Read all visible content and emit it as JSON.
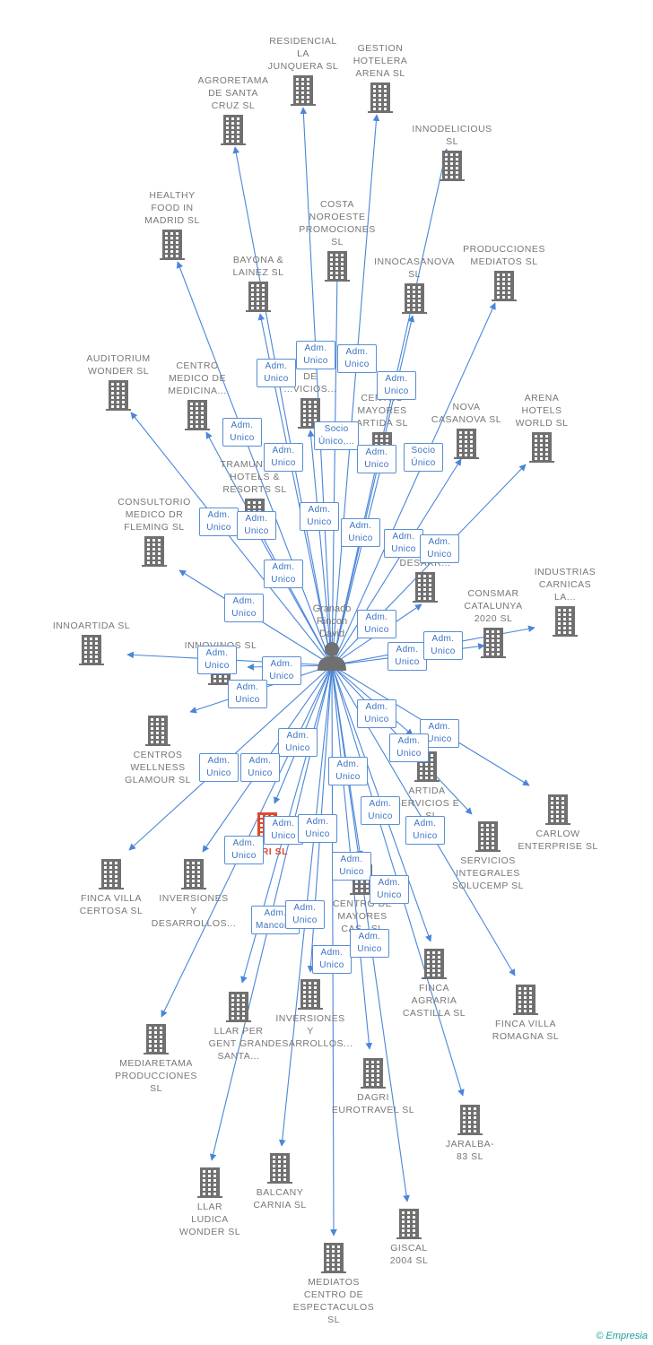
{
  "center": {
    "name_lines": [
      "Granado",
      "Rincon",
      "David"
    ],
    "icon": "person-icon"
  },
  "colors": {
    "edge": "#4a86d9",
    "building": "#707070",
    "highlight": "#e0492f",
    "text": "#777777"
  },
  "companies": [
    {
      "id": "agroretama",
      "label": "AGRORETAMA\nDE SANTA\nCRUZ SL",
      "highlight": false
    },
    {
      "id": "residencial",
      "label": "RESIDENCIAL\nLA\nJUNQUERA SL",
      "highlight": false
    },
    {
      "id": "gestion",
      "label": "GESTION\nHOTELERA\nARENA SL",
      "highlight": false
    },
    {
      "id": "innodelicious",
      "label": "INNODELICIOUS SL",
      "highlight": false
    },
    {
      "id": "healthy",
      "label": "HEALTHY\nFOOD IN\nMADRID SL",
      "highlight": false
    },
    {
      "id": "costa",
      "label": "COSTA\nNOROESTE\nPROMOCIONES SL",
      "highlight": false
    },
    {
      "id": "bayona",
      "label": "BAYONA &\nLAINEZ SL",
      "highlight": false
    },
    {
      "id": "innocasanova",
      "label": "INNOCASANOVA\nSL",
      "highlight": false
    },
    {
      "id": "producciones",
      "label": "PRODUCCIONES\nMEDIATOS SL",
      "highlight": false
    },
    {
      "id": "auditorium",
      "label": "AUDITORIUM\nWONDER SL",
      "highlight": false
    },
    {
      "id": "centromedico",
      "label": "CENTRO\nMEDICO DE\nMEDICINA...",
      "highlight": false
    },
    {
      "id": "servicios",
      "label": "CO...\nDE\n...VICIOS...",
      "highlight": false
    },
    {
      "id": "centromayoresartida",
      "label": "CENTRO\nMAYORES\nARTIDA SL",
      "highlight": false
    },
    {
      "id": "nova",
      "label": "NOVA\nCASANOVA SL",
      "highlight": false
    },
    {
      "id": "arena",
      "label": "ARENA\nHOTELS\nWORLD SL",
      "highlight": false
    },
    {
      "id": "tramuntana",
      "label": "TRAMUNTANA\nHOTELS &\nRESORTS SL",
      "highlight": false
    },
    {
      "id": "consultorio",
      "label": "CONSULTORIO\nMEDICO DR\nFLEMING SL",
      "highlight": false
    },
    {
      "id": "inversionesdesarr",
      "label": "...IONES\nDESARR...",
      "highlight": false
    },
    {
      "id": "consmar",
      "label": "CONSMAR\nCATALUNYA\n2020 SL",
      "highlight": false
    },
    {
      "id": "industrias",
      "label": "INDUSTRIAS\nCARNICAS\nLA...",
      "highlight": false
    },
    {
      "id": "innoartida",
      "label": "INNOARTIDA SL",
      "highlight": false
    },
    {
      "id": "innovinos",
      "label": "INNOVINOS SL",
      "highlight": false
    },
    {
      "id": "centroswellness",
      "label": "CENTROS\nWELLNESS\nGLAMOUR SL",
      "highlight": false
    },
    {
      "id": "artida",
      "label": "ARTIDA\nSERVICIOS E\n...SL",
      "highlight": false
    },
    {
      "id": "carlow",
      "label": "CARLOW\nENTERPRISE SL",
      "highlight": false
    },
    {
      "id": "agri",
      "label": "AGRI SL",
      "highlight": true
    },
    {
      "id": "servicioscemp",
      "label": "SERVICIOS\nINTEGRALES\nSOLUCEMP SL",
      "highlight": false
    },
    {
      "id": "fincacertosa",
      "label": "FINCA VILLA\nCERTOSA SL",
      "highlight": false
    },
    {
      "id": "inversiones1",
      "label": "INVERSIONES\nY\nDESARROLLOS...",
      "highlight": false
    },
    {
      "id": "centromayorescas",
      "label": "CENTRO DE\nMAYORES\nCAS...SL",
      "highlight": false
    },
    {
      "id": "fincaagraria",
      "label": "FINCA\nAGRARIA\nCASTILLA SL",
      "highlight": false
    },
    {
      "id": "fincaromagna",
      "label": "FINCA VILLA\nROMAGNA SL",
      "highlight": false
    },
    {
      "id": "llarper",
      "label": "LLAR PER\nGENT GRAN\nSANTA...",
      "highlight": false
    },
    {
      "id": "inversiones2",
      "label": "INVERSIONES\nY\nDESARROLLOS...",
      "highlight": false
    },
    {
      "id": "mediaretama",
      "label": "MEDIARETAMA\nPRODUCCIONES SL",
      "highlight": false
    },
    {
      "id": "dagri",
      "label": "DAGRI\nEUROTRAVEL SL",
      "highlight": false
    },
    {
      "id": "jaralba",
      "label": "JARALBA-\n83 SL",
      "highlight": false
    },
    {
      "id": "llarludica",
      "label": "LLAR\nLUDICA\nWONDER SL",
      "highlight": false
    },
    {
      "id": "balcany",
      "label": "BALCANY\nCARNIA SL",
      "highlight": false
    },
    {
      "id": "giscal",
      "label": "GISCAL\n2004 SL",
      "highlight": false
    },
    {
      "id": "mediatos",
      "label": "MEDIATOS\nCENTRO DE\nESPECTACULOS SL",
      "highlight": false
    }
  ],
  "edge_labels": [
    "Adm.\nUnico",
    "Adm.\nUnico",
    "Adm.\nUnico",
    "Adm.\nUnico",
    "Adm.\nUnico",
    "Adm.\nUnico",
    "Socio\nÚnico,...",
    "Adm.\nUnico",
    "Socio\nÚnico",
    "Adm.\nUnico",
    "Adm.\nUnico",
    "Adm.\nUnico",
    "Adm.\nUnico",
    "Adm.\nUnico",
    "Adm.\nUnico",
    "Adm.\nUnico",
    "Adm.\nUnico",
    "Adm.\nUnico",
    "Adm.\nUnico",
    "Adm.\nUnico",
    "Adm.\nUnico",
    "Adm.\nUnico",
    "Adm.\nUnico",
    "Adm.\nUnico",
    "Adm.\nUnico",
    "Adm.\nUnico",
    "Adm.\nUnico",
    "Adm.\nUnico",
    "Adm.\nUnico",
    "Adm.\nUnico",
    "Adm.\nUnico",
    "Adm.\nUnico",
    "Adm.\nUnico",
    "Adm.\nUnico",
    "Adm.\nUnico",
    "Adm.\nUnico",
    "Adm.\nUnico",
    "Adm.\nMancom.",
    "Adm.\nUnico",
    "Adm.\nUnico",
    "Adm.\nUnico",
    "Adm.\nUnico"
  ],
  "footer": {
    "copyright": "©",
    "brand": "Empresia"
  }
}
